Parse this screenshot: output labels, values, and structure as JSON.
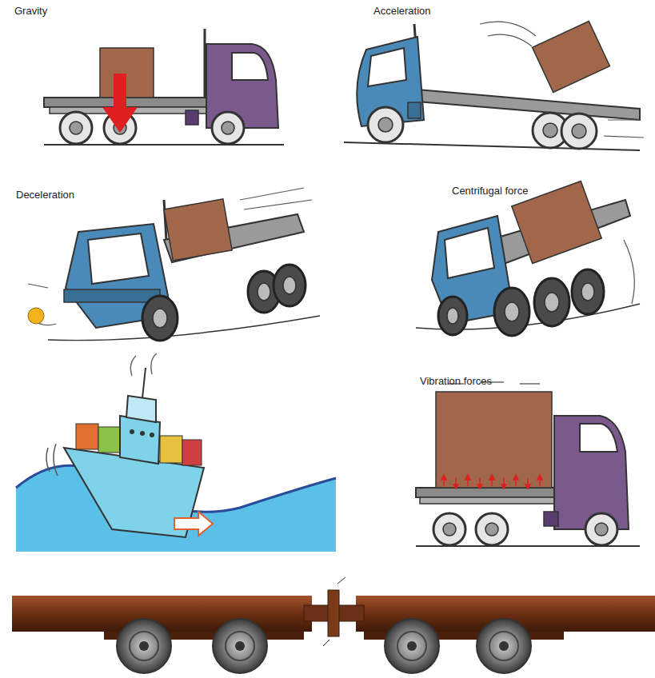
{
  "diagram": {
    "labels": [
      "Gravity",
      "Acceleration",
      "Deceleration",
      "Centrifugal force",
      "Vibration forces"
    ]
  }
}
